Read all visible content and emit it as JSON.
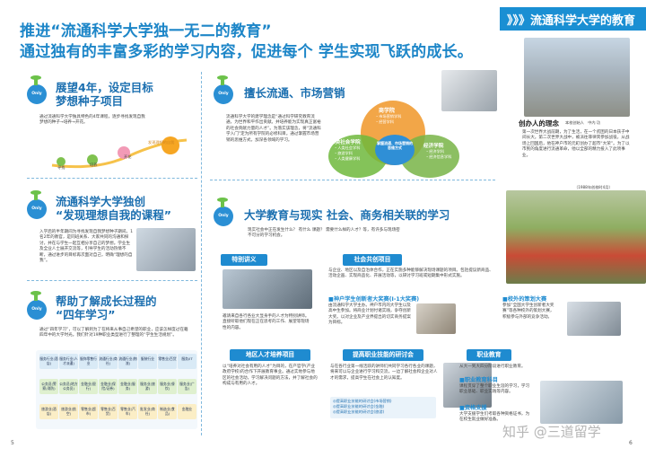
{
  "headline": {
    "line1": "推进“流通科学大学独一无二的教育”",
    "line2": "通过独有的丰富多彩的学习内容，促进每个 学生实现飞跃的成长。"
  },
  "tag_banner": "》》》流通科学大学的教育",
  "badge_text": "Only One",
  "sections": {
    "s1": {
      "title1": "展望4年，设定目标",
      "title2": "梦想种子项目",
      "body": "通过流通科学大学独具特色的4年课程，逐步寻找发现自我梦想的种子→培养→开花。",
      "labels": [
        "寻找",
        "培养",
        "开花",
        "发现理想的自我"
      ]
    },
    "s2": {
      "title1": "流通科学大学独创",
      "title2": "“发现理想自我的课程”",
      "body": "入学后的半年期间为寻找发现自我梦想种子期间。1名2年的教官，是同班关系、大家共同的沟通和探讨，并在与学生一起互相分享自己的梦想。学业生及全业人士展开交流等，引导学生的活动热情不断，通过进步的目标再次面对自己，明确“理想的自我”。"
    },
    "s3": {
      "title1": "帮助了解成长过程的",
      "title2": "“四年学习”",
      "body": "通过“四年学习”，可以了解到为了在将来从事自己希望的职业，应该怎样度过在籍四年中的大学时光。我们针对19种职业类型进行了整理的“学生生活规划”。",
      "grid": [
        "服务行业(酒店)",
        "服务行业(人才派遣)",
        "服饰零售行业",
        "流通行业(商社)",
        "流通行业(物流)",
        "服装行业",
        "零售业/百货",
        "服务/IT",
        "公务员(警察/消防)",
        "公务员(地方公务员)",
        "金融业(银行)",
        "金融业(保险/证券)",
        "金融业(服务)",
        "服务业(旅游)",
        "服务业(餐饮)",
        "服务业(广告)",
        "旅游业(酒店)",
        "旅游业(航空)",
        "零售业(超市)",
        "零售业(百货)",
        "零售业(汽车)",
        "批发业(商社)",
        "制造业(食品)",
        "金融业"
      ]
    },
    "s4": {
      "title": "擅长流通、市场营销",
      "body": "流通科学大学的建学理念是“通过科学研究教育流通，为世界和平作出贡献。并培养能为实现真正富裕的社会贡献力量的人才”。为落实该理念，将“流通科学入门”定为所有学院的必修科目。通过掌握市场营销的思维方式，加深各领域的学习。",
      "venn_center": "掌握流通、市场营销的思维方式",
      "venn": {
        "top": {
          "title": "商学院",
          "items": [
            "・市场营销学科",
            "・经营学科"
          ]
        },
        "left": {
          "title": "人类社会学院",
          "items": [
            "・人类社会学科",
            "・旅游学科",
            "・人类健康学科"
          ]
        },
        "right": {
          "title": "经济学院",
          "items": [
            "・经济学科",
            "・经济信息学科"
          ]
        }
      }
    },
    "s5": {
      "title": "大学教育与现实 社会、商务相关联的学习",
      "intro": "现实社会中正在发生什么？ 有什么 课题？ 需要什么样的人才？等，有许多与现场密不可分的学习机会。",
      "boxes": {
        "lecture": {
          "title": "特别讲义",
          "body": "邀请来自各行各业大显身手的人才为特别讲师。直接听取他们现在正在思考的工作、展望等现场性的内容。"
        },
        "joint": {
          "title": "社会共创项目",
          "body": "与企业、地区以及自治体合作，正在实施多种能够解决现场课题的项目。包括提议新商品、活动企画、实现商品化、开展活动等，以研讨学习班或短期集中形式实施。"
        },
        "contest": {
          "title": "■神户学生创新者大奖赛(Ⅰ-1大奖赛)",
          "body": "由流通科学大学主办。神户市内的大学生以及高中生参加。将商业计划付诸实践，争夺创新大奖。以对企业及产业界提出的切实商务提案为目标。"
        },
        "campus": {
          "title": "■校外的策划大赛",
          "body": "参加“全国大学生创新者大奖赛”等各种校外的策划大赛，积极参与外部的竞争活动。"
        },
        "regional": {
          "title": "地区人才培养项目",
          "body": "以“培养对社会有用的人才”为目的，在产官学(产业政府学校)的合作下开展教育事业。通过实地参与地区的社会活动，学习解决问题的方法，并了解社会的构成与有用的人才。"
        },
        "seminar": {
          "title": "提高职业技能的研讨会",
          "body": "与在各行业第一线活跃的讲师们共同学习各行各业的课题，将来可以与企业进行学习和交流，一边了解社会和企业对人才的需求，提高学生在社会上的认知度。"
        },
        "seminar_list": [
          "◎提高职业技能的研讨会(市场营销)",
          "◎提高职业技能的研讨会(金融)",
          "◎提高职业技能的研讨会(旅游)"
        ],
        "career": {
          "title": "职业教育",
          "intro": "从大一到大四分阶段进行职业教育。",
          "sub1": "■职业教育科目",
          "body1": "课程贯穿了整个职业生涯的学习，学习职业基础、职业实践等内容。",
          "sub2": "■资格支援",
          "body2": "大学支援学生们考取各种资格证书，为在校生就业做好准备。"
        }
      }
    },
    "founder": {
      "title": "创办人的理念",
      "sub": "本校创始人　中内 功",
      "body": "第一次世界大战前期，为了生活，在一个贫困的日本孩子中间长大。第二次世界大战中，被派往菲律宾参加战役。从战场上回国后，他在神户市的元町创办了超市“大荣”。为了以市民的角度进行流通革命，他以全部的精力投入了此项事业。",
      "note": "（1988年创校时4月）"
    }
  },
  "page_numbers": {
    "left": "5",
    "right": "6"
  },
  "watermark": "知乎 @三道留学"
}
